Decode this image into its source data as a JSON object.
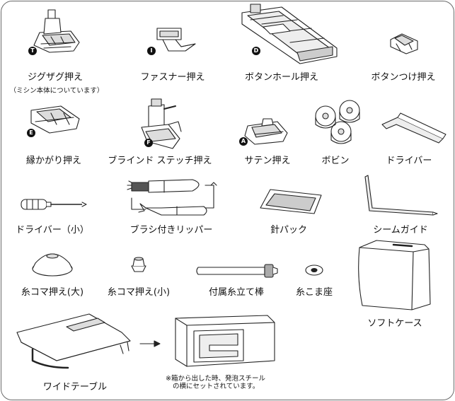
{
  "items": [
    {
      "id": "zigzag",
      "label": "ジグザグ押え",
      "badge": "T",
      "sub": "（ミシン本体についています）"
    },
    {
      "id": "zipper",
      "label": "ファスナー押え",
      "badge": "I"
    },
    {
      "id": "buttonhole",
      "label": "ボタンホール押え",
      "badge": "D"
    },
    {
      "id": "button-sew",
      "label": "ボタンつけ押え"
    },
    {
      "id": "overcast",
      "label": "縁かがり押え",
      "badge": "E"
    },
    {
      "id": "blind",
      "label": "ブラインド ステッチ押え",
      "badge": "F"
    },
    {
      "id": "satin",
      "label": "サテン押え",
      "badge": "A"
    },
    {
      "id": "bobbin",
      "label": "ボビン"
    },
    {
      "id": "driver-l",
      "label": "ドライバー"
    },
    {
      "id": "driver-s",
      "label": "ドライバー（小）"
    },
    {
      "id": "brush-ripper",
      "label": "ブラシ付きリッパー"
    },
    {
      "id": "needle-pack",
      "label": "針パック"
    },
    {
      "id": "seam-guide",
      "label": "シームガイド"
    },
    {
      "id": "spool-cap-l",
      "label": "糸コマ押え(大)"
    },
    {
      "id": "spool-cap-s",
      "label": "糸コマ押え(小)"
    },
    {
      "id": "spool-pin",
      "label": "付属糸立て棒"
    },
    {
      "id": "spool-pad",
      "label": "糸こま座"
    },
    {
      "id": "soft-case",
      "label": "ソフトケース"
    },
    {
      "id": "wide-table",
      "label": "ワイドテーブル"
    }
  ],
  "note": {
    "line1": "※箱から出した時、発泡スチール",
    "line2": "の横にセットされています。"
  },
  "colors": {
    "line": "#222222",
    "fill": "#ffffff",
    "shade": "#bdbdbd",
    "border": "#6a6a6a"
  }
}
